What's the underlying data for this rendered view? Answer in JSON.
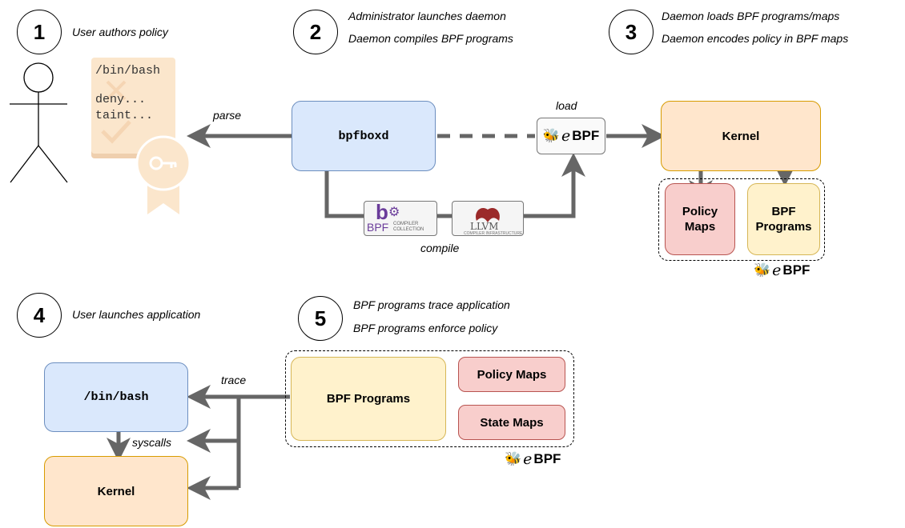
{
  "steps": [
    {
      "number": "1",
      "lines": [
        "User authors policy"
      ]
    },
    {
      "number": "2",
      "lines": [
        "Administrator launches daemon",
        "Daemon compiles BPF programs"
      ]
    },
    {
      "number": "3",
      "lines": [
        "Daemon loads BPF programs/maps",
        "Daemon encodes policy in BPF maps"
      ]
    },
    {
      "number": "4",
      "lines": [
        "User launches application"
      ]
    },
    {
      "number": "5",
      "lines": [
        "BPF programs trace application",
        "BPF programs enforce policy"
      ]
    }
  ],
  "policy_file": {
    "path": "/bin/bash",
    "lines": [
      "deny...",
      "taint..."
    ]
  },
  "nodes": {
    "daemon": "bpfboxd",
    "kernel_top": "Kernel",
    "policy_maps_top": "Policy Maps",
    "bpf_programs_top": "BPF Programs",
    "app": "/bin/bash",
    "kernel_bottom": "Kernel",
    "bpf_programs_bottom": "BPF Programs",
    "policy_maps_bottom": "Policy Maps",
    "state_maps": "State Maps"
  },
  "edge_labels": {
    "parse": "parse",
    "load": "load",
    "compile": "compile",
    "trace": "trace",
    "syscalls": "syscalls"
  },
  "logos": {
    "ebpf_prefix": "e",
    "ebpf_text": "BPF",
    "bcc_mark": "b",
    "bcc_text": "BPF",
    "bcc_sub1": "COMPILER",
    "bcc_sub2": "COLLECTION",
    "llvm_text": "LLVM",
    "llvm_sub": "COMPILER INFRASTRUCTURE"
  },
  "colors": {
    "arrow": "#666666",
    "blue_fill": "#dae8fc",
    "orange_fill": "#ffe6cc",
    "yellow_fill": "#fff2cc",
    "red_fill": "#f8cecc",
    "policy_doc": "#fbe6cc"
  }
}
